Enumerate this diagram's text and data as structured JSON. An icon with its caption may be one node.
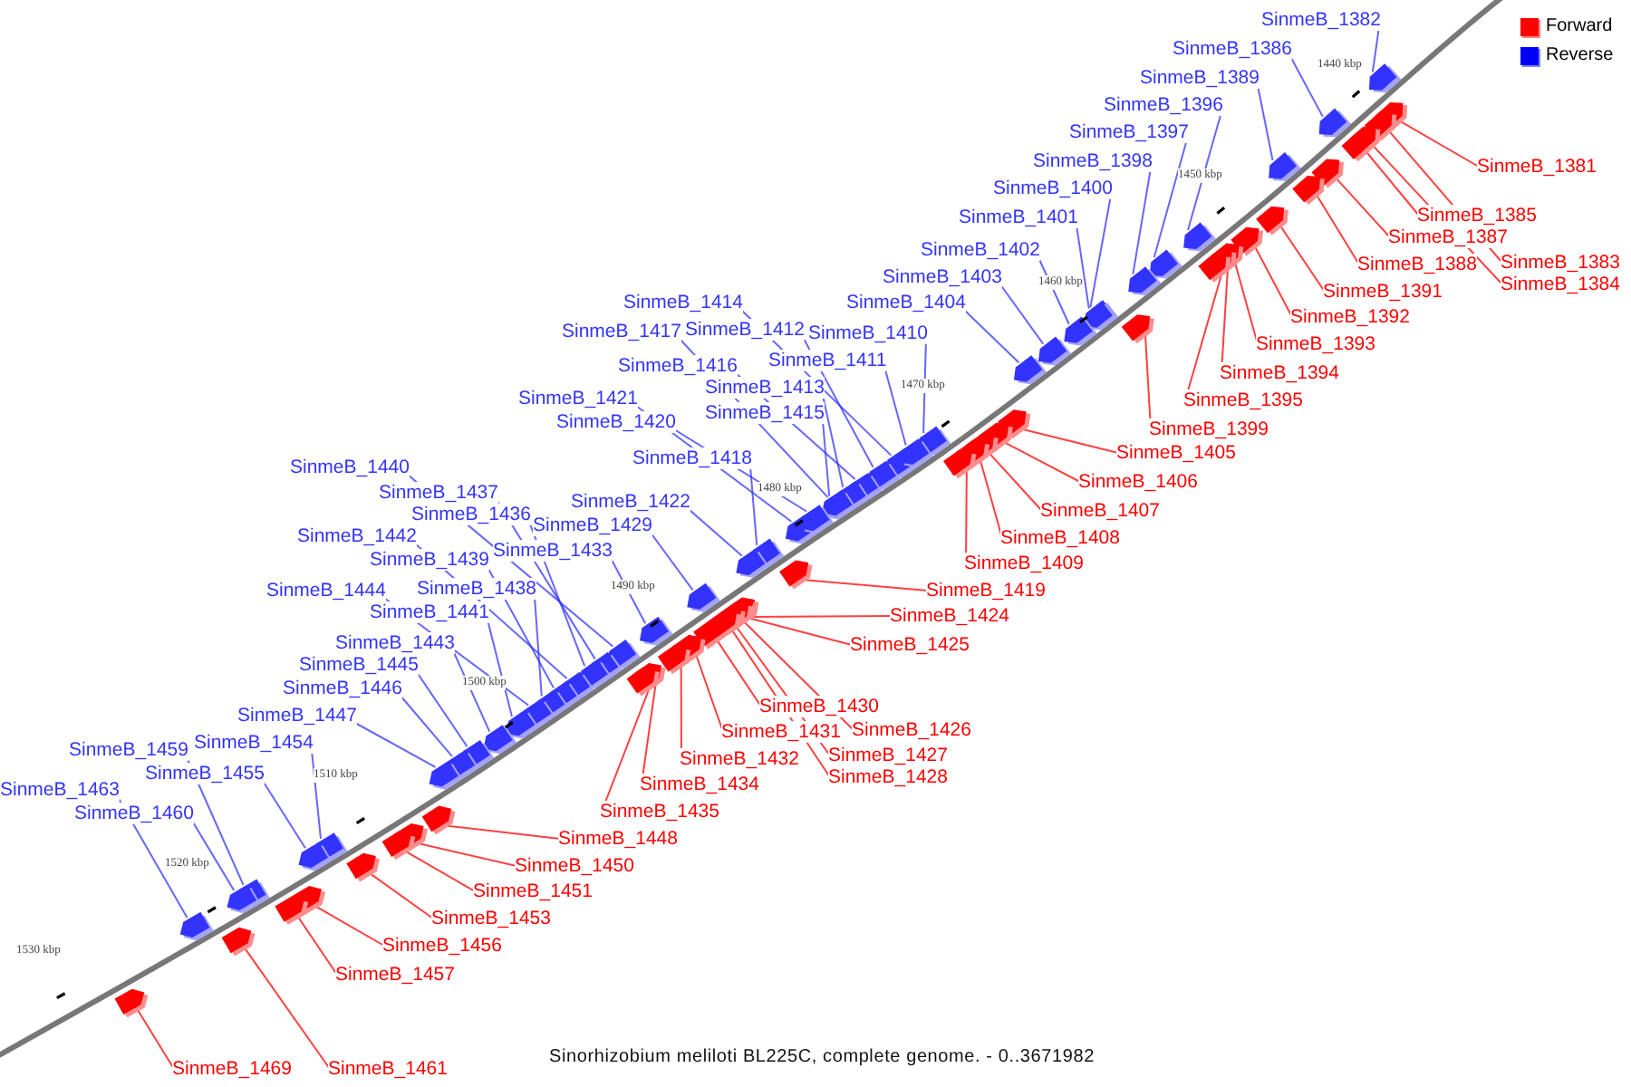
{
  "diagram": {
    "caption": "Sinorhizobium meliloti BL225C, complete genome. - 0..3671982",
    "nodes": [
      {
        "text": [
          "SinmeB_1382"
        ]
      },
      {
        "text": [
          "SinmeB_1386"
        ]
      },
      {
        "text": [
          "SinmeB_1389"
        ]
      },
      {
        "text": [
          "SinmeB_1396"
        ]
      },
      {
        "text": [
          "SinmeB_1397"
        ]
      },
      {
        "text": [
          "SinmeB_1398"
        ]
      },
      {
        "text": [
          "SinmeB_1400"
        ]
      },
      {
        "text": [
          "SinmeB_1401"
        ]
      },
      {
        "text": [
          "SinmeB_1402"
        ]
      },
      {
        "text": [
          "SinmeB_1403"
        ]
      },
      {
        "text": [
          "SinmeB_1404"
        ]
      },
      {
        "text": [
          "SinmeB_1414"
        ]
      },
      {
        "text": [
          "SinmeB_1417"
        ]
      },
      {
        "text": [
          "SinmeB_1412"
        ]
      },
      {
        "text": [
          "SinmeB_1410"
        ]
      },
      {
        "text": [
          "SinmeB_1411"
        ]
      },
      {
        "text": [
          "SinmeB_1416"
        ]
      },
      {
        "text": [
          "SinmeB_1413"
        ]
      },
      {
        "text": [
          "SinmeB_1421"
        ]
      },
      {
        "text": [
          "SinmeB_1415"
        ]
      },
      {
        "text": [
          "SinmeB_1420"
        ]
      },
      {
        "text": [
          "SinmeB_1418"
        ]
      },
      {
        "text": [
          "SinmeB_1440"
        ]
      },
      {
        "text": [
          "SinmeB_1437"
        ]
      },
      {
        "text": [
          "SinmeB_1422"
        ]
      },
      {
        "text": [
          "SinmeB_1436"
        ]
      },
      {
        "text": [
          "SinmeB_1429"
        ]
      },
      {
        "text": [
          "SinmeB_1442"
        ]
      },
      {
        "text": [
          "SinmeB_1433"
        ]
      },
      {
        "text": [
          "SinmeB_1439"
        ]
      },
      {
        "text": [
          "SinmeB_1438"
        ]
      },
      {
        "text": [
          "SinmeB_1444"
        ]
      },
      {
        "text": [
          "SinmeB_1441"
        ]
      },
      {
        "text": [
          "SinmeB_1443"
        ]
      },
      {
        "text": [
          "SinmeB_1445"
        ]
      },
      {
        "text": [
          "SinmeB_1446"
        ]
      },
      {
        "text": [
          "SinmeB_1447"
        ]
      },
      {
        "text": [
          "SinmeB_1454"
        ]
      },
      {
        "text": [
          "SinmeB_1459"
        ]
      },
      {
        "text": [
          "SinmeB_1455"
        ]
      },
      {
        "text": [
          "SinmeB_1463"
        ]
      },
      {
        "text": [
          "SinmeB_1460"
        ]
      },
      {
        "text": [
          "SinmeB_1381"
        ]
      },
      {
        "text": [
          "SinmeB_1385"
        ]
      },
      {
        "text": [
          "SinmeB_1387"
        ]
      },
      {
        "text": [
          "SinmeB_1383"
        ]
      },
      {
        "text": [
          "SinmeB_1388"
        ]
      },
      {
        "text": [
          "SinmeB_1384"
        ]
      },
      {
        "text": [
          "SinmeB_1391"
        ]
      },
      {
        "text": [
          "SinmeB_1392"
        ]
      },
      {
        "text": [
          "SinmeB_1393"
        ]
      },
      {
        "text": [
          "SinmeB_1394"
        ]
      },
      {
        "text": [
          "SinmeB_1395"
        ]
      },
      {
        "text": [
          "SinmeB_1399"
        ]
      },
      {
        "text": [
          "SinmeB_1405"
        ]
      },
      {
        "text": [
          "SinmeB_1406"
        ]
      },
      {
        "text": [
          "SinmeB_1407"
        ]
      },
      {
        "text": [
          "SinmeB_1408"
        ]
      },
      {
        "text": [
          "SinmeB_1409"
        ]
      },
      {
        "text": [
          "SinmeB_1419"
        ]
      },
      {
        "text": [
          "SinmeB_1424"
        ]
      },
      {
        "text": [
          "SinmeB_1425"
        ]
      },
      {
        "text": [
          "SinmeB_1430"
        ]
      },
      {
        "text": [
          "SinmeB_1431"
        ]
      },
      {
        "text": [
          "SinmeB_1426"
        ]
      },
      {
        "text": [
          "SinmeB_1427"
        ]
      },
      {
        "text": [
          "SinmeB_1432"
        ]
      },
      {
        "text": [
          "SinmeB_1428"
        ]
      },
      {
        "text": [
          "SinmeB_1434"
        ]
      },
      {
        "text": [
          "SinmeB_1435"
        ]
      },
      {
        "text": [
          "SinmeB_1448"
        ]
      },
      {
        "text": [
          "SinmeB_1450"
        ]
      },
      {
        "text": [
          "SinmeB_1451"
        ]
      },
      {
        "text": [
          "SinmeB_1453"
        ]
      },
      {
        "text": [
          "SinmeB_1456"
        ]
      },
      {
        "text": [
          "SinmeB_1457"
        ]
      },
      {
        "text": [
          "SinmeB_1469"
        ]
      },
      {
        "text": [
          "SinmeB_1461"
        ]
      },
      {
        "text": [],
        "shape": "pentagon"
      },
      {
        "text": [],
        "shape": "pentagon"
      },
      {
        "text": [],
        "shape": "pentagon"
      },
      {
        "text": [],
        "shape": "pentagon"
      },
      {
        "text": [],
        "shape": "pentagon"
      },
      {
        "text": [],
        "shape": "pentagon"
      },
      {
        "text": [],
        "shape": "pentagon"
      },
      {
        "text": [],
        "shape": "pentagon"
      },
      {
        "text": [],
        "shape": "pentagon"
      },
      {
        "text": [],
        "shape": "pentagon"
      },
      {
        "text": [],
        "shape": "pentagon"
      },
      {
        "text": [],
        "shape": "pentagon"
      },
      {
        "text": [],
        "shape": "pentagon"
      },
      {
        "text": [],
        "shape": "pentagon"
      },
      {
        "text": [],
        "shape": "pentagon"
      },
      {
        "text": [],
        "shape": "pentagon"
      },
      {
        "text": [],
        "shape": "pentagon"
      },
      {
        "text": [],
        "shape": "pentagon"
      },
      {
        "text": [],
        "shape": "pentagon"
      },
      {
        "text": [],
        "shape": "pentagon"
      },
      {
        "text": [],
        "shape": "pentagon"
      },
      {
        "text": [],
        "shape": "pentagon"
      },
      {
        "text": [],
        "shape": "pentagon"
      },
      {
        "text": [],
        "shape": "pentagon"
      },
      {
        "text": [],
        "shape": "pentagon"
      },
      {
        "text": [],
        "shape": "pentagon"
      },
      {
        "text": [],
        "shape": "pentagon"
      },
      {
        "text": [],
        "shape": "pentagon"
      },
      {
        "text": [],
        "shape": "pentagon"
      },
      {
        "text": [],
        "shape": "pentagon"
      },
      {
        "text": [],
        "shape": "pentagon"
      },
      {
        "text": [],
        "shape": "pentagon"
      },
      {
        "text": [],
        "shape": "pentagon"
      },
      {
        "text": [],
        "shape": "pentagon"
      },
      {
        "text": [],
        "shape": "pentagon"
      },
      {
        "text": [],
        "shape": "pentagon"
      },
      {
        "text": [],
        "shape": "pentagon"
      },
      {
        "text": [],
        "shape": "pentagon"
      },
      {
        "text": [],
        "shape": "pentagon"
      },
      {
        "text": [],
        "shape": "pentagon"
      },
      {
        "text": [],
        "shape": "pentagon"
      },
      {
        "text": [],
        "shape": "pentagon"
      },
      {
        "text": [],
        "shape": "pentagon"
      },
      {
        "text": [],
        "shape": "pentagon"
      },
      {
        "text": [],
        "shape": "pentagon"
      },
      {
        "text": [],
        "shape": "pentagon"
      },
      {
        "text": [],
        "shape": "pentagon"
      },
      {
        "text": [],
        "shape": "pentagon"
      },
      {
        "text": [],
        "shape": "pentagon"
      },
      {
        "text": [],
        "shape": "pentagon"
      },
      {
        "text": [],
        "shape": "pentagon"
      },
      {
        "text": [],
        "shape": "pentagon"
      },
      {
        "text": [],
        "shape": "pentagon"
      },
      {
        "text": [],
        "shape": "pentagon"
      },
      {
        "text": [],
        "shape": "pentagon"
      },
      {
        "text": [],
        "shape": "pentagon"
      },
      {
        "text": [],
        "shape": "pentagon"
      },
      {
        "text": [],
        "shape": "pentagon"
      },
      {
        "text": [],
        "shape": "pentagon"
      },
      {
        "text": [],
        "shape": "pentagon"
      },
      {
        "text": [],
        "shape": "pentagon"
      },
      {
        "text": [],
        "shape": "pentagon"
      },
      {
        "text": [],
        "shape": "pentagon"
      },
      {
        "text": [],
        "shape": "pentagon"
      },
      {
        "text": [],
        "shape": "pentagon"
      },
      {
        "text": [],
        "shape": "pentagon"
      },
      {
        "text": [],
        "shape": "pentagon"
      },
      {
        "text": [],
        "shape": "pentagon"
      },
      {
        "text": [],
        "shape": "pentagon"
      },
      {
        "text": [],
        "shape": "pentagon"
      },
      {
        "text": [],
        "shape": "pentagon"
      },
      {
        "text": [],
        "shape": "pentagon"
      },
      {
        "text": [],
        "shape": "pentagon"
      },
      {
        "text": [],
        "shape": "pentagon"
      },
      {
        "text": [],
        "shape": "pentagon"
      },
      {
        "text": [],
        "shape": "pentagon"
      },
      {
        "text": [],
        "shape": "pentagon"
      },
      {
        "text": [],
        "shape": "pentagon"
      }
    ],
    "edges": [
      {
        "from": 0,
        "to": 78,
        "arrow": "none"
      },
      {
        "from": 1,
        "to": 79,
        "arrow": "none"
      },
      {
        "from": 2,
        "to": 80,
        "arrow": "none"
      },
      {
        "from": 3,
        "to": 81,
        "arrow": "none"
      },
      {
        "from": 4,
        "to": 82,
        "arrow": "none"
      },
      {
        "from": 5,
        "to": 83,
        "arrow": "none"
      },
      {
        "from": 6,
        "to": 84,
        "arrow": "none"
      },
      {
        "from": 7,
        "to": 85,
        "arrow": "none"
      },
      {
        "from": 8,
        "to": 86,
        "arrow": "none"
      },
      {
        "from": 9,
        "to": 87,
        "arrow": "none"
      },
      {
        "from": 10,
        "to": 88,
        "arrow": "none"
      },
      {
        "from": 11,
        "to": 89,
        "arrow": "none"
      },
      {
        "from": 12,
        "to": 90,
        "arrow": "none"
      },
      {
        "from": 13,
        "to": 91,
        "arrow": "none"
      },
      {
        "from": 14,
        "to": 92,
        "arrow": "none"
      },
      {
        "from": 15,
        "to": 93,
        "arrow": "none"
      },
      {
        "from": 16,
        "to": 94,
        "arrow": "none"
      },
      {
        "from": 17,
        "to": 95,
        "arrow": "none"
      },
      {
        "from": 18,
        "to": 96,
        "arrow": "none"
      },
      {
        "from": 19,
        "to": 97,
        "arrow": "none"
      },
      {
        "from": 20,
        "to": 98,
        "arrow": "none"
      },
      {
        "from": 21,
        "to": 99,
        "arrow": "none"
      },
      {
        "from": 22,
        "to": 100,
        "arrow": "none"
      },
      {
        "from": 23,
        "to": 101,
        "arrow": "none"
      },
      {
        "from": 24,
        "to": 102,
        "arrow": "none"
      },
      {
        "from": 25,
        "to": 103,
        "arrow": "none"
      },
      {
        "from": 26,
        "to": 104,
        "arrow": "none"
      },
      {
        "from": 27,
        "to": 105,
        "arrow": "none"
      },
      {
        "from": 28,
        "to": 106,
        "arrow": "none"
      },
      {
        "from": 29,
        "to": 107,
        "arrow": "none"
      },
      {
        "from": 30,
        "to": 108,
        "arrow": "none"
      },
      {
        "from": 31,
        "to": 109,
        "arrow": "none"
      },
      {
        "from": 32,
        "to": 110,
        "arrow": "none"
      },
      {
        "from": 33,
        "to": 111,
        "arrow": "none"
      },
      {
        "from": 34,
        "to": 112,
        "arrow": "none"
      },
      {
        "from": 35,
        "to": 113,
        "arrow": "none"
      },
      {
        "from": 36,
        "to": 114,
        "arrow": "none"
      },
      {
        "from": 37,
        "to": 115,
        "arrow": "none"
      },
      {
        "from": 38,
        "to": 116,
        "arrow": "none"
      },
      {
        "from": 39,
        "to": 117,
        "arrow": "none"
      },
      {
        "from": 40,
        "to": 118,
        "arrow": "none"
      },
      {
        "from": 41,
        "to": 119,
        "arrow": "none"
      },
      {
        "from": 42,
        "to": 120,
        "arrow": "none",
        "color": "#ff0000"
      },
      {
        "from": 43,
        "to": 121,
        "arrow": "none",
        "color": "#ff0000"
      },
      {
        "from": 44,
        "to": 122,
        "arrow": "none",
        "color": "#ff0000"
      },
      {
        "from": 45,
        "to": 123,
        "arrow": "none",
        "color": "#ff0000"
      },
      {
        "from": 46,
        "to": 124,
        "arrow": "none",
        "color": "#ff0000"
      },
      {
        "from": 47,
        "to": 125,
        "arrow": "none",
        "color": "#ff0000"
      },
      {
        "from": 48,
        "to": 126,
        "arrow": "none",
        "color": "#ff0000"
      },
      {
        "from": 49,
        "to": 127,
        "arrow": "none",
        "color": "#ff0000"
      },
      {
        "from": 50,
        "to": 128,
        "arrow": "none",
        "color": "#ff0000"
      },
      {
        "from": 51,
        "to": 129,
        "arrow": "none",
        "color": "#ff0000"
      },
      {
        "from": 52,
        "to": 130,
        "arrow": "none",
        "color": "#ff0000"
      },
      {
        "from": 53,
        "to": 131,
        "arrow": "none",
        "color": "#ff0000"
      },
      {
        "from": 54,
        "to": 132,
        "arrow": "none",
        "color": "#ff0000"
      },
      {
        "from": 55,
        "to": 133,
        "arrow": "none",
        "color": "#ff0000"
      },
      {
        "from": 56,
        "to": 134,
        "arrow": "none",
        "color": "#ff0000"
      },
      {
        "from": 57,
        "to": 135,
        "arrow": "none",
        "color": "#ff0000"
      },
      {
        "from": 58,
        "to": 136,
        "arrow": "none",
        "color": "#ff0000"
      },
      {
        "from": 59,
        "to": 137,
        "arrow": "none",
        "color": "#ff0000"
      },
      {
        "from": 60,
        "to": 138,
        "arrow": "none",
        "color": "#ff0000"
      },
      {
        "from": 61,
        "to": 139,
        "arrow": "none",
        "color": "#ff0000"
      },
      {
        "from": 62,
        "to": 140,
        "arrow": "none",
        "color": "#ff0000"
      },
      {
        "from": 63,
        "to": 141,
        "arrow": "none",
        "color": "#ff0000"
      },
      {
        "from": 64,
        "to": 142,
        "arrow": "none",
        "color": "#ff0000"
      },
      {
        "from": 65,
        "to": 143,
        "arrow": "none",
        "color": "#ff0000"
      },
      {
        "from": 66,
        "to": 144,
        "arrow": "none",
        "color": "#ff0000"
      },
      {
        "from": 67,
        "to": 145,
        "arrow": "none",
        "color": "#ff0000"
      },
      {
        "from": 68,
        "to": 146,
        "arrow": "none",
        "color": "#ff0000"
      },
      {
        "from": 69,
        "to": 147,
        "arrow": "none",
        "color": "#ff0000"
      },
      {
        "from": 70,
        "to": 148,
        "arrow": "none",
        "color": "#ff0000"
      },
      {
        "from": 71,
        "to": 149,
        "arrow": "none",
        "color": "#ff0000"
      },
      {
        "from": 72,
        "to": 150,
        "arrow": "none",
        "color": "#ff0000"
      },
      {
        "from": 73,
        "to": 151,
        "arrow": "none",
        "color": "#ff0000"
      },
      {
        "from": 74,
        "to": 152,
        "arrow": "none",
        "color": "#ff0000"
      },
      {
        "from": 75,
        "to": 153,
        "arrow": "none",
        "color": "#ff0000"
      },
      {
        "from": 76,
        "to": 154,
        "arrow": "none",
        "color": "#ff0000"
      },
      {
        "from": 77,
        "to": 155,
        "arrow": "none",
        "color": "#ff0000"
      }
    ],
    "labels": [
      "1440 kbp",
      "1450 kbp",
      "1460 kbp",
      "1470 kbp",
      "1480 kbp",
      "1490 kbp",
      "1500 kbp",
      "1510 kbp",
      "1520 kbp",
      "1530 kbp"
    ],
    "legend": [
      {
        "text": "Forward",
        "color": "#ff0000"
      },
      {
        "text": "Reverse",
        "color": "#0000ff"
      }
    ]
  }
}
